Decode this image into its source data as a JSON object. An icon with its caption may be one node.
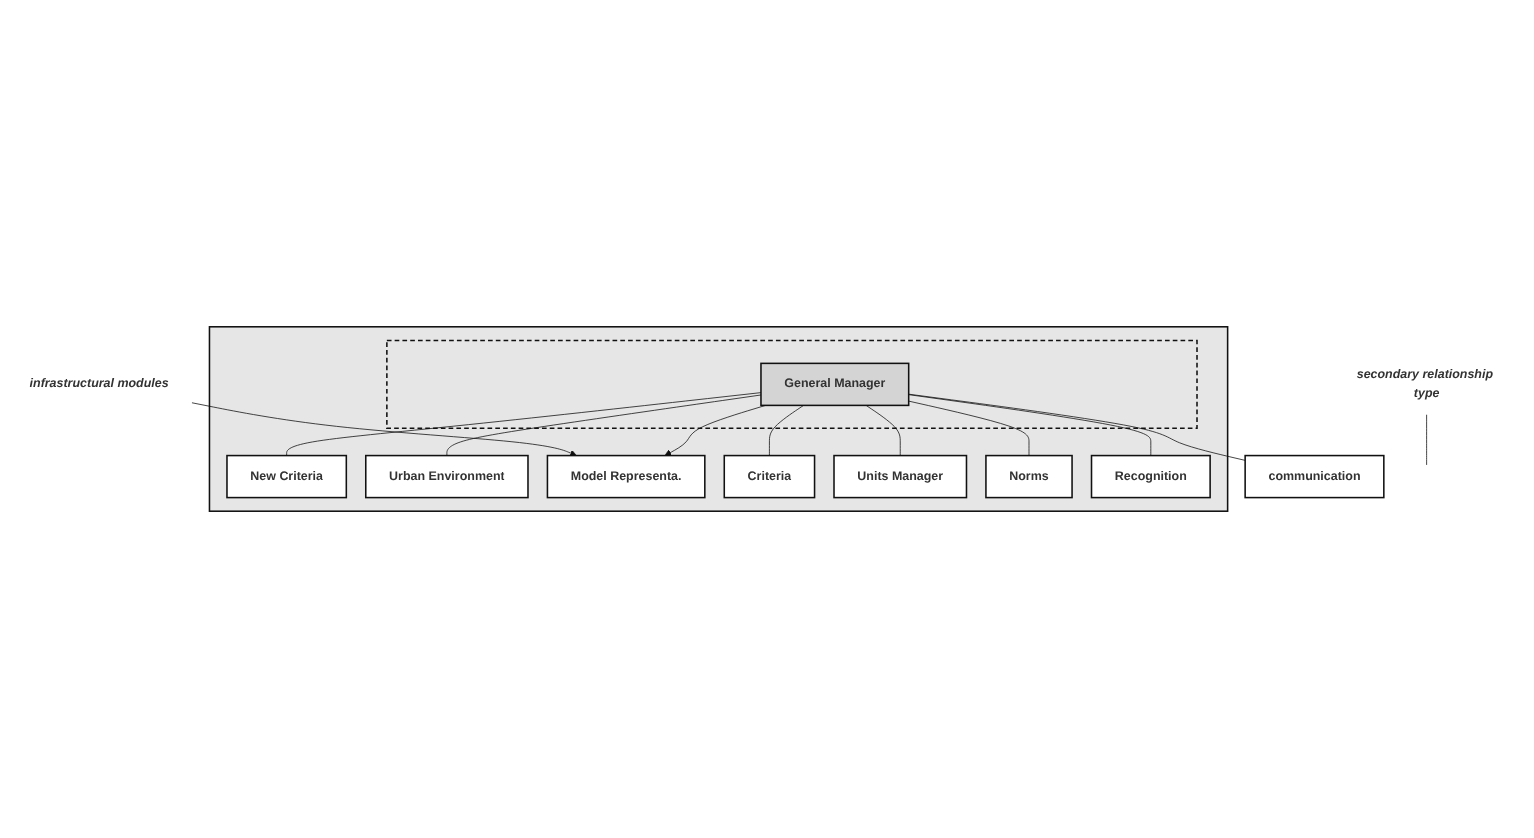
{
  "diagram": {
    "nodes": [
      {
        "text": [],
        "shape": "box"
      },
      {
        "text": [
          "New Criteria"
        ],
        "in": 0
      },
      {
        "text": [
          "Urban Environment"
        ],
        "in": 0
      },
      {
        "text": [
          "Model Representa."
        ],
        "in": 0
      },
      {
        "text": [
          "Criteria"
        ],
        "in": 0
      },
      {
        "text": [],
        "shape": "box",
        "in": 0
      },
      {
        "text": [
          "General Manager"
        ],
        "in": 5
      },
      {
        "text": [
          "Units Manager"
        ],
        "in": 0
      },
      {
        "text": [
          "Norms"
        ],
        "in": 0
      },
      {
        "text": [
          "Recognition"
        ],
        "in": 0
      },
      {
        "text": [
          "communication"
        ]
      },
      {
        "text": [
          "infrastructural modules"
        ]
      },
      {
        "text": [
          "secondary relationship type"
        ]
      }
    ],
    "edges": [
      {
        "from": 6,
        "to": 1,
        "arrow": "none"
      },
      {
        "from": 6,
        "to": 2,
        "arrow": "none"
      },
      {
        "from": 6,
        "to": 3,
        "arrow": "to"
      },
      {
        "from": 6,
        "to": 4,
        "arrow": "none"
      },
      {
        "from": 6,
        "to": 7,
        "arrow": "none"
      },
      {
        "from": 6,
        "to": 8,
        "arrow": "none"
      },
      {
        "from": 6,
        "to": 9,
        "arrow": "none"
      },
      {
        "from": 6,
        "to": 10,
        "arrow": "none"
      },
      {
        "from": 11,
        "to": 3,
        "arrow": "to"
      },
      {
        "from": 12,
        "to": null,
        "arrow": "none"
      }
    ]
  }
}
